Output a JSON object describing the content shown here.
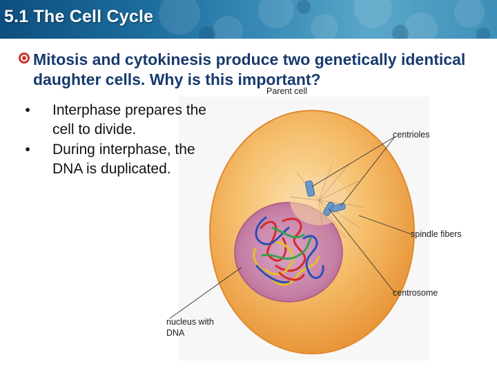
{
  "header": {
    "title": "5.1 The Cell Cycle"
  },
  "question": {
    "text": "Mitosis and cytokinesis produce two genetically identical daughter cells.  Why is this important?"
  },
  "points": [
    {
      "text": "Interphase prepares the cell to divide."
    },
    {
      "text": "During interphase, the DNA is duplicated."
    }
  ],
  "figure": {
    "labels": {
      "parent_cell": "Parent cell",
      "centrioles": "centrioles",
      "spindle_fibers": "spindle fibers",
      "centrosome": "centrosome",
      "nucleus": "nucleus with DNA"
    }
  },
  "colors": {
    "banner": "#1d6d9e",
    "question_text": "#173a6d",
    "bullet_accent": "#c8362c",
    "cell_cytoplasm": "#f1a94f",
    "nucleus": "#c97fa6"
  }
}
